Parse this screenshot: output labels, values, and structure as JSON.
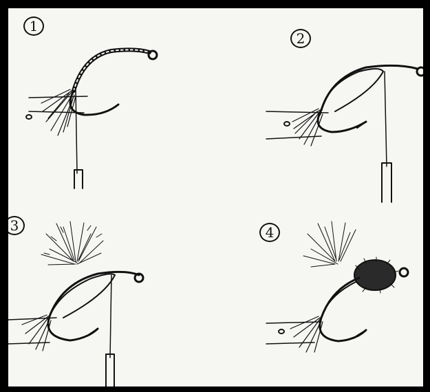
{
  "steps": [
    {
      "number": "1"
    },
    {
      "number": "2"
    },
    {
      "number": "3"
    },
    {
      "number": "4"
    }
  ],
  "colors": {
    "frame": "#000000",
    "paper": "#f6f6f3",
    "ink": "#111111"
  }
}
